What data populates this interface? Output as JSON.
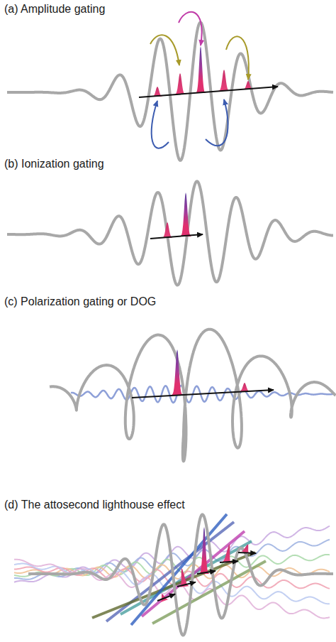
{
  "diagram": {
    "labels": [
      "(a) Amplitude gating",
      "(b) Ionization gating",
      "(c) Polarization gating or DOG",
      "(d) The attosecond lighthouse effect"
    ]
  }
}
